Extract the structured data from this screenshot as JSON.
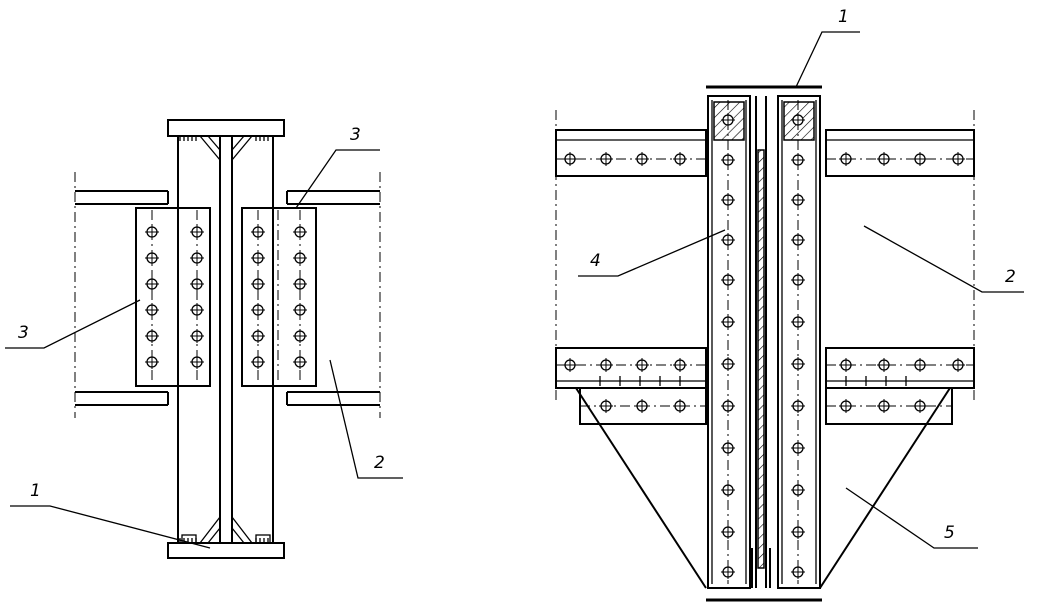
{
  "colors": {
    "line": "#000000",
    "background": "#ffffff"
  },
  "left_view": {
    "labels": {
      "top_right": "3",
      "left": "3",
      "right": "2",
      "bottom": "1"
    }
  },
  "right_view": {
    "labels": {
      "top": "1",
      "left": "4",
      "right": "2",
      "bottom": "5"
    }
  }
}
